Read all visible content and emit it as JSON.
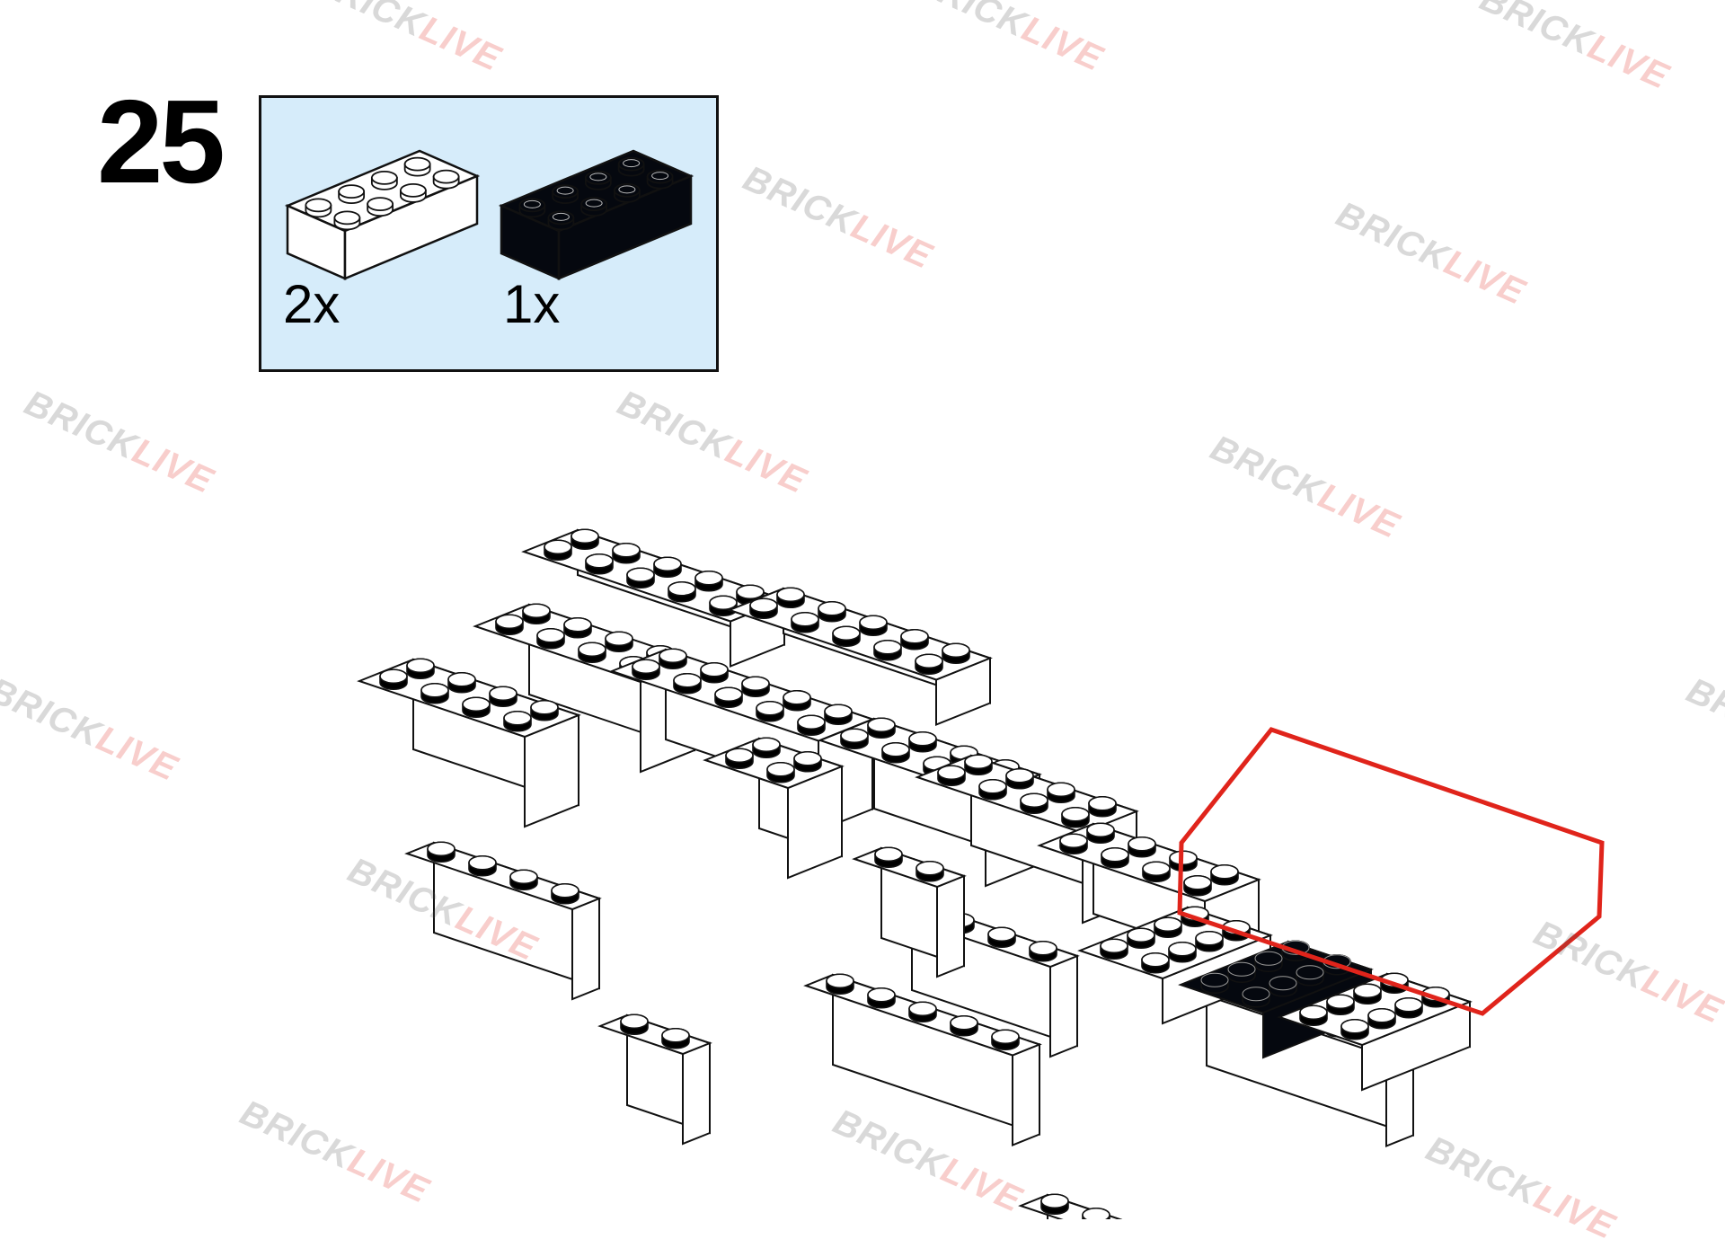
{
  "step": {
    "number": "25"
  },
  "parts_list": {
    "items": [
      {
        "name": "brick-2x4",
        "color": "#ffffff",
        "quantity": "2x"
      },
      {
        "name": "brick-2x4",
        "color": "#05080f",
        "quantity": "1x"
      }
    ],
    "background_color": "#d6ecfa"
  },
  "callout": {
    "color": "#e0241b"
  },
  "watermark": {
    "part_a": "BRICK",
    "part_b": "LIVE"
  }
}
